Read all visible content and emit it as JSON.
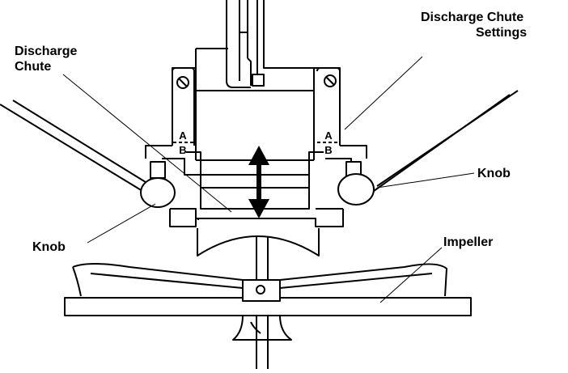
{
  "labels": {
    "discharge_chute": [
      "Discharge",
      "Chute"
    ],
    "discharge_chute_settings": [
      "Discharge Chute",
      "Settings"
    ],
    "knob_right": "Knob",
    "knob_left": "Knob",
    "impeller": "Impeller"
  },
  "setting_marks": {
    "upper": "A",
    "lower": "B"
  },
  "colors": {
    "line": "#000000",
    "background": "#ffffff",
    "knob_fill": "#ffffff"
  },
  "icons": [
    "double-arrow-icon",
    "screw-icon"
  ]
}
